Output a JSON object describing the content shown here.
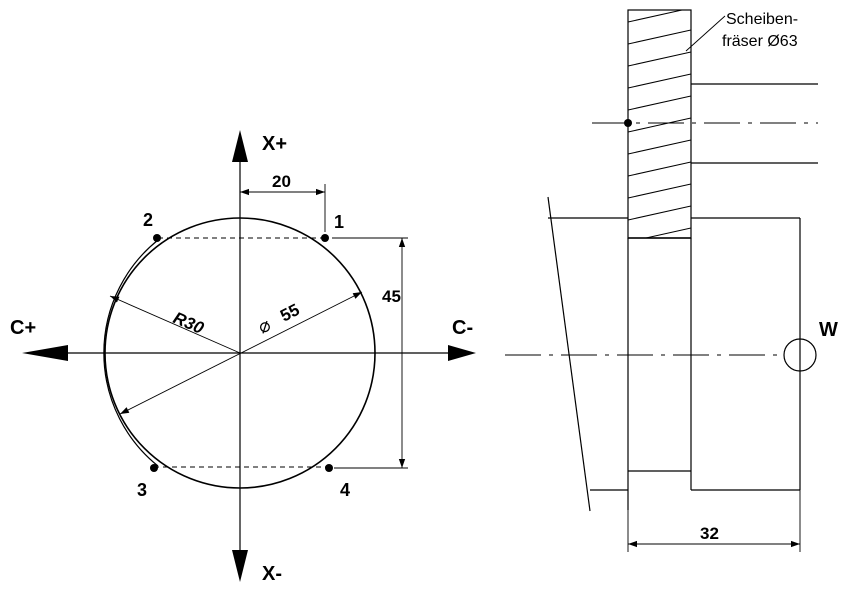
{
  "axes": {
    "x_plus": "X+",
    "x_minus": "X-",
    "c_plus": "C+",
    "c_minus": "C-"
  },
  "points": [
    "1",
    "2",
    "3",
    "4"
  ],
  "dimensions": {
    "horizontal_offset": "20",
    "radius": "R30",
    "diameter_symbol": "⌀",
    "diameter": "55",
    "vertical_distance": "45",
    "depth": "32"
  },
  "workpiece_zero": "W",
  "tool_label": {
    "line1": "Scheiben-",
    "line2": "fräser Ø63"
  }
}
